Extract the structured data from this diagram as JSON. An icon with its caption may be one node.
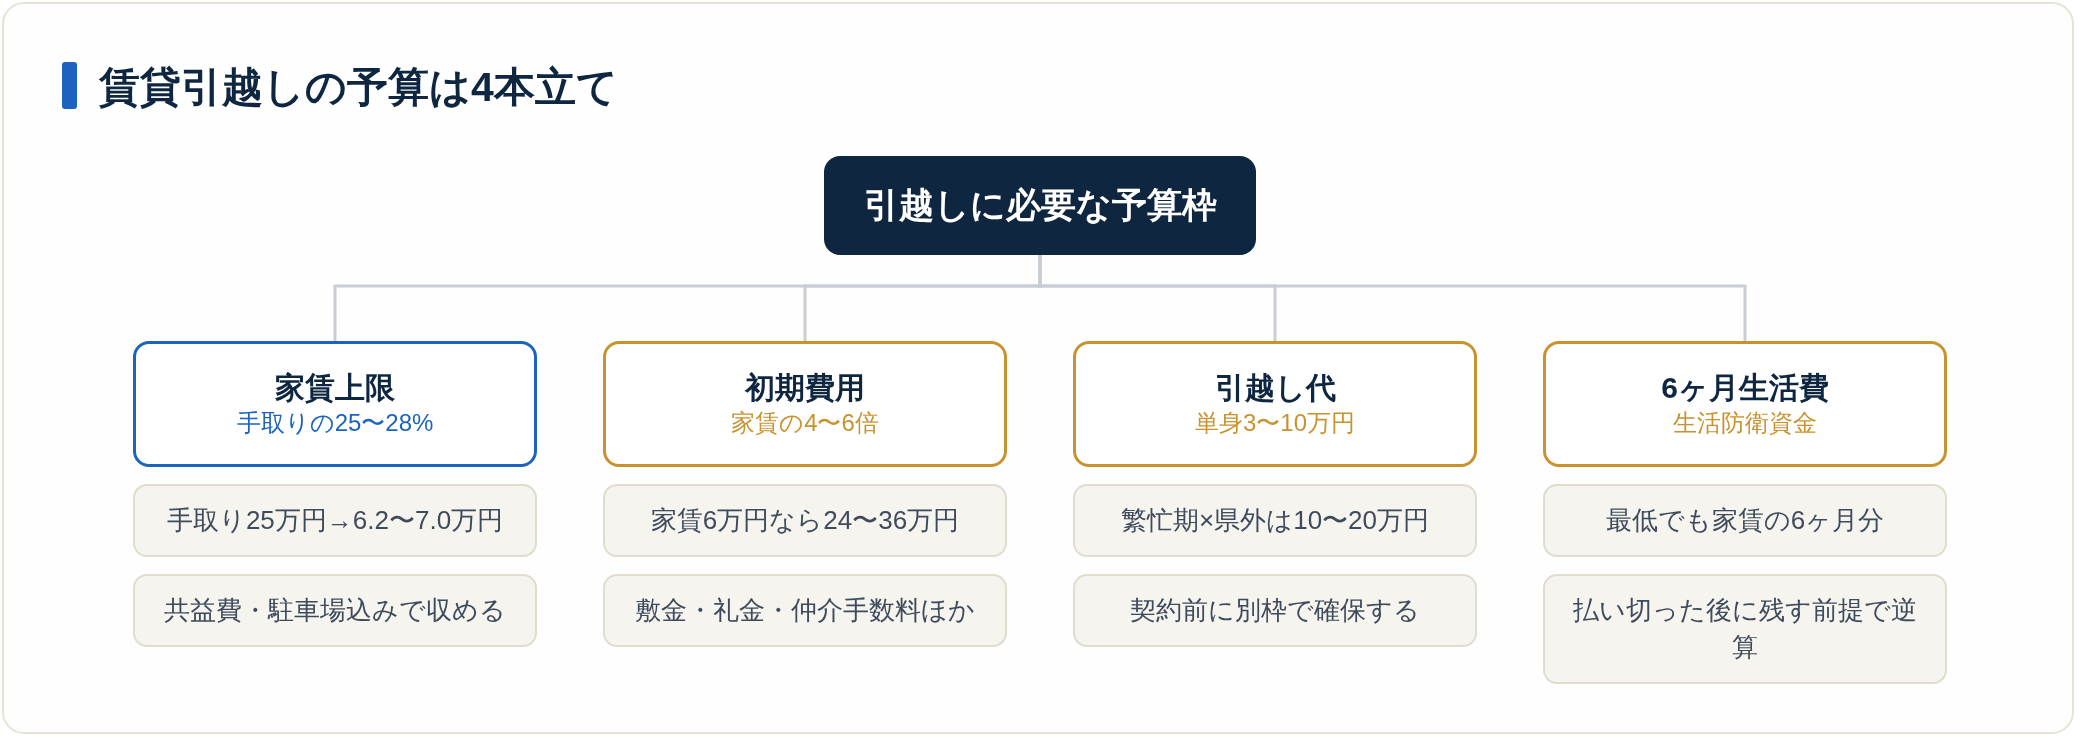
{
  "diagram": {
    "title": "賃貸引越しの予算は4本立て",
    "nodes": [
      {
        "text": [
          "引越しに必要な予算枠"
        ]
      },
      {
        "text": [
          "家賃上限",
          "手取りの25〜28%"
        ]
      },
      {
        "text": [
          "初期費用",
          "家賃の4〜6倍"
        ]
      },
      {
        "text": [
          "引越し代",
          "単身3〜10万円"
        ]
      },
      {
        "text": [
          "6ヶ月生活費",
          "生活防衛資金"
        ]
      },
      {
        "text": [
          "手取り25万円→6.2〜7.0万円"
        ]
      },
      {
        "text": [
          "共益費・駐車場込みで収める"
        ]
      },
      {
        "text": [
          "家賃6万円なら24〜36万円"
        ]
      },
      {
        "text": [
          "敷金・礼金・仲介手数料ほか"
        ]
      },
      {
        "text": [
          "繁忙期×県外は10〜20万円"
        ]
      },
      {
        "text": [
          "契約前に別枠で確保する"
        ]
      },
      {
        "text": [
          "最低でも家賃の6ヶ月分"
        ]
      },
      {
        "text": [
          "払い切った後に残す前提で逆算"
        ]
      }
    ],
    "edges": [
      {
        "from": 0,
        "to": 1,
        "arrow": "none"
      },
      {
        "from": 0,
        "to": 2,
        "arrow": "none"
      },
      {
        "from": 0,
        "to": 3,
        "arrow": "none"
      },
      {
        "from": 0,
        "to": 4,
        "arrow": "none"
      }
    ]
  }
}
